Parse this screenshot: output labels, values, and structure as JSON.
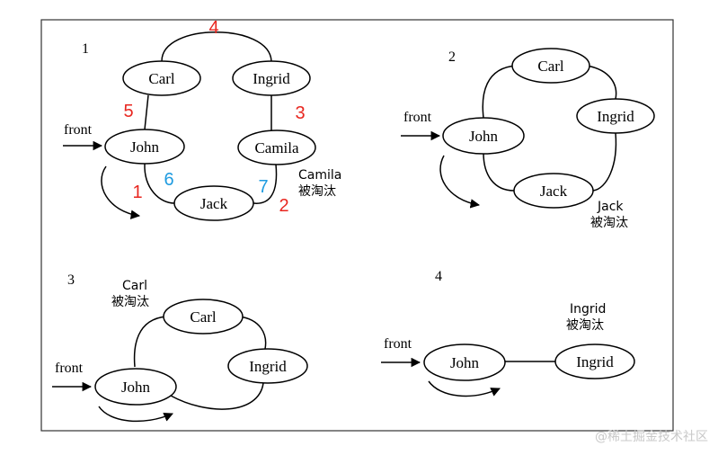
{
  "panels": [
    {
      "number": "1",
      "front_label": "front",
      "nodes": [
        "Carl",
        "Ingrid",
        "John",
        "Camila",
        "Jack"
      ],
      "eliminated": {
        "name": "Camila",
        "note": "被淘汰"
      },
      "steps": {
        "red": [
          "4",
          "5",
          "3",
          "1",
          "2"
        ],
        "blue": [
          "6",
          "7"
        ]
      }
    },
    {
      "number": "2",
      "front_label": "front",
      "nodes": [
        "Carl",
        "Ingrid",
        "John",
        "Jack"
      ],
      "eliminated": {
        "name": "Jack",
        "note": "被淘汰"
      }
    },
    {
      "number": "3",
      "front_label": "front",
      "nodes": [
        "Carl",
        "Ingrid",
        "John"
      ],
      "eliminated": {
        "name": "Carl",
        "note": "被淘汰"
      }
    },
    {
      "number": "4",
      "front_label": "front",
      "nodes": [
        "John",
        "Ingrid"
      ],
      "eliminated": {
        "name": "Ingrid",
        "note": "被淘汰"
      }
    }
  ],
  "watermark": "@稀土掘金技术社区",
  "colors": {
    "red": "#e8261f",
    "blue": "#1e9be0"
  }
}
